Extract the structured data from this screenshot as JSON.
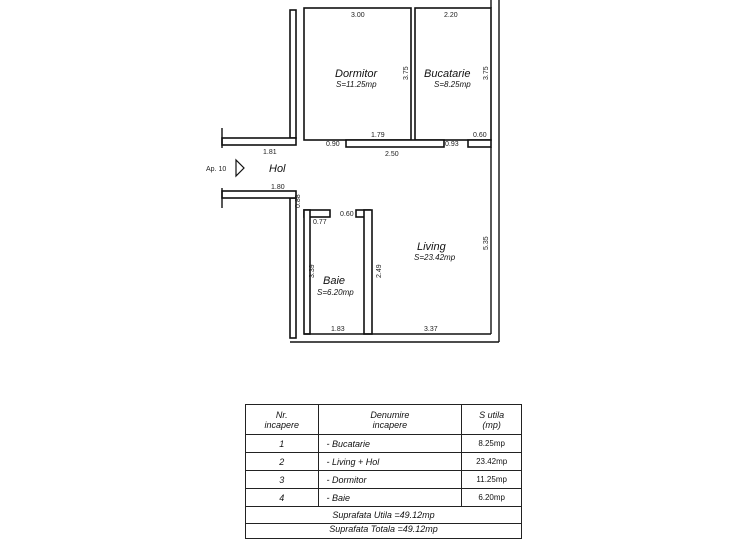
{
  "plan": {
    "rooms": [
      {
        "id": "dormitor",
        "name": "Dormitor",
        "area": "S=11.25mp"
      },
      {
        "id": "bucatarie",
        "name": "Bucatarie",
        "area": "S=8.25mp"
      },
      {
        "id": "hol",
        "name": "Hol",
        "area": ""
      },
      {
        "id": "living",
        "name": "Living",
        "area": "S=23.42mp"
      },
      {
        "id": "baie",
        "name": "Baie",
        "area": "S=6.20mp"
      }
    ],
    "entrance_label": "Ap. 10",
    "dims": {
      "dormitor_top": "3.00",
      "bucatarie_top": "2.20",
      "dormitor_side": "3.75",
      "bucatarie_side": "3.75",
      "door_left": "0.90",
      "corridor_mid": "1.79",
      "door_right": "0.93",
      "right_small": "0.60",
      "span_250": "2.50",
      "hol_top": "1.81",
      "hol_bottom": "1.80",
      "hol_left_v": "0.88",
      "baie_door_w": "0.77",
      "baie_door_r": "0.60",
      "living_side": "5.35",
      "baie_left": "3.39",
      "baie_right": "2.49",
      "baie_bottom": "1.83",
      "living_bottom": "3.37"
    }
  },
  "legend": {
    "headers": {
      "nr": [
        "Nr.",
        "incapere"
      ],
      "den": [
        "Denumire",
        "incapere"
      ],
      "su": [
        "S utila",
        "(mp)"
      ]
    },
    "rows": [
      {
        "nr": "1",
        "name": "- Bucatarie",
        "su": "8.25mp"
      },
      {
        "nr": "2",
        "name": "- Living + Hol",
        "su": "23.42mp"
      },
      {
        "nr": "3",
        "name": "- Dormitor",
        "su": "11.25mp"
      },
      {
        "nr": "4",
        "name": "- Baie",
        "su": "6.20mp"
      }
    ],
    "total_utila": "Suprafata Utila =49.12mp",
    "total_totala": "Suprafata Totala =49.12mp"
  }
}
